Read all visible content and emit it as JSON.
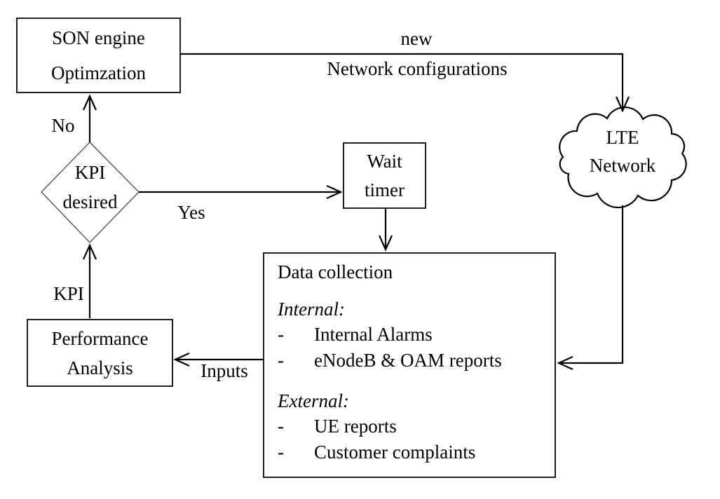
{
  "figure": {
    "background": "#ffffff",
    "stroke_color": "#000000",
    "box_border_color": "#1f1f1f",
    "nodes": {
      "son_engine": {
        "line1": "SON engine",
        "line2": "Optimzation"
      },
      "kpi_decision": {
        "line1": "KPI",
        "line2": "desired"
      },
      "wait_timer": {
        "line1": "Wait",
        "line2": "timer"
      },
      "lte_network": {
        "line1": "LTE",
        "line2": "Network"
      },
      "performance_analysis": {
        "line1": "Performance",
        "line2": "Analysis"
      },
      "data_collection": {
        "title": "Data collection",
        "bullet": "-",
        "sections": [
          {
            "heading": "Internal:",
            "items": [
              "Internal Alarms",
              "eNodeB & OAM reports"
            ]
          },
          {
            "heading": "External:",
            "items": [
              "UE reports",
              "Customer complaints"
            ]
          }
        ]
      }
    },
    "edge_labels": {
      "no": "No",
      "yes": "Yes",
      "kpi": "KPI",
      "inputs": "Inputs",
      "new_line1": "new",
      "new_line2": "Network configurations"
    }
  }
}
